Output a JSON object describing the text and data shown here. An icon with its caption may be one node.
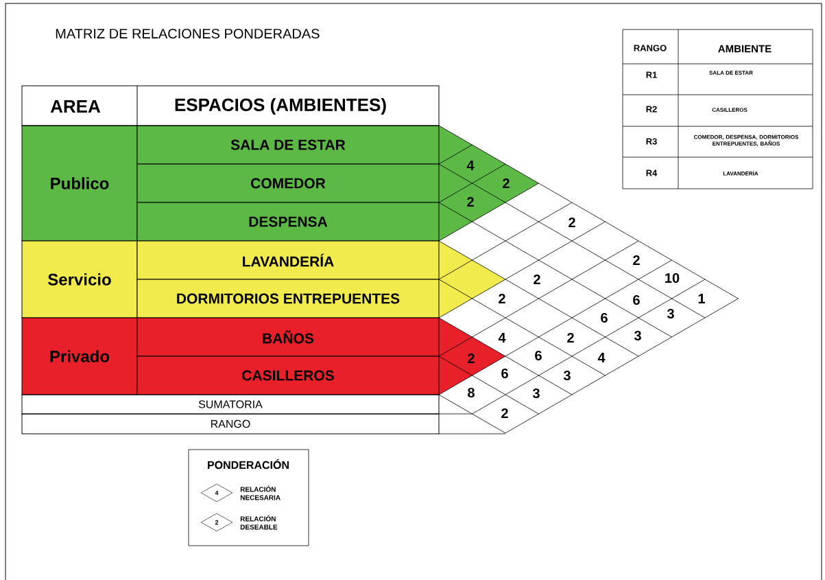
{
  "diagram": {
    "title": "MATRIZ DE RELACIONES PONDERADAS",
    "nodes": [
      {
        "text": [
          "Publico"
        ]
      },
      {
        "text": [
          "SALA DE ESTAR"
        ]
      },
      {
        "text": [
          "COMEDOR"
        ]
      },
      {
        "text": [
          "DESPENSA"
        ]
      },
      {
        "text": [
          "Servicio"
        ]
      },
      {
        "text": [
          "LAVANDERÍA"
        ]
      },
      {
        "text": [
          "DORMITORIOS ENTREPUENTES"
        ]
      },
      {
        "text": [
          "Privado"
        ]
      },
      {
        "text": [
          "BAÑOS"
        ]
      },
      {
        "text": [
          "CASILLEROS"
        ]
      }
    ],
    "labels": [
      "RANGO",
      "AMBIENTE",
      "R1",
      "SALA DE ESTAR",
      "R2",
      "CASILLEROS",
      "R3",
      "COMEDOR, DESPENSA, DORMITORIOS ENTREPUENTES, BAÑOS",
      "R4",
      "LAVANDERÍA",
      "AREA",
      "ESPACIOS (AMBIENTES)",
      "4",
      "2",
      "2",
      "2",
      "2",
      "2",
      "10",
      "2",
      "6",
      "1",
      "3",
      "6",
      "4",
      "2",
      "3",
      "2",
      "6",
      "4",
      "6",
      "3",
      "8",
      "3",
      "2",
      "SUMATORIA",
      "RANGO",
      "PONDERACIÓN",
      "4",
      "2"
    ],
    "legend": [
      {
        "text": "RELACIÓN NECESARIA"
      },
      {
        "text": "RELACIÓN DESEABLE"
      }
    ]
  }
}
